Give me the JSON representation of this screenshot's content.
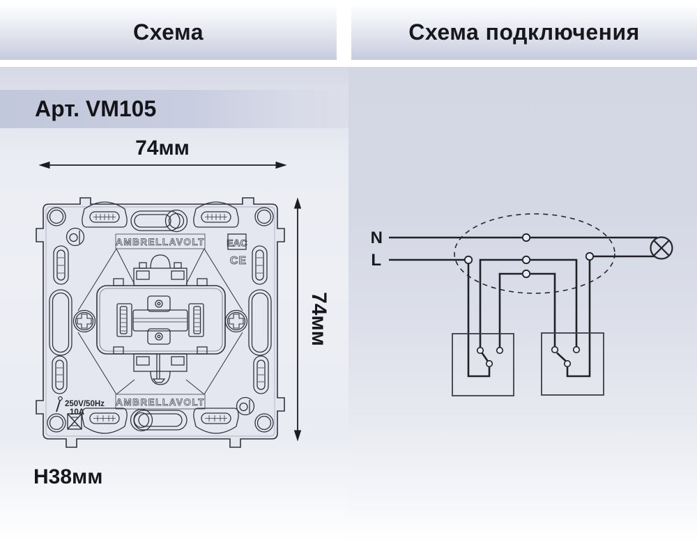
{
  "header": {
    "schema_title": "Схема",
    "connection_title": "Схема подключения"
  },
  "article_label": "Арт. VM105",
  "schematic": {
    "width_label": "74мм",
    "height_label": "74мм",
    "mount_depth_label": "H38мм",
    "brand_top": "AMBRELLAVOLT",
    "brand_bottom": "AMBRELLAVOLT",
    "rating_voltage": "250V/50Hz",
    "rating_current": "10A",
    "mark_eac": "EAC",
    "mark_ce": "CE"
  },
  "wiring_diagram": {
    "neutral_label": "N",
    "line_label": "L",
    "switch_count": 2,
    "lamp_symbol": "circle-x"
  },
  "colors": {
    "panel_lavender": "#d3d7e4",
    "strip_lavender": "#c3c9dc",
    "line_dark": "#1f2126",
    "text_dark": "#15171c"
  }
}
